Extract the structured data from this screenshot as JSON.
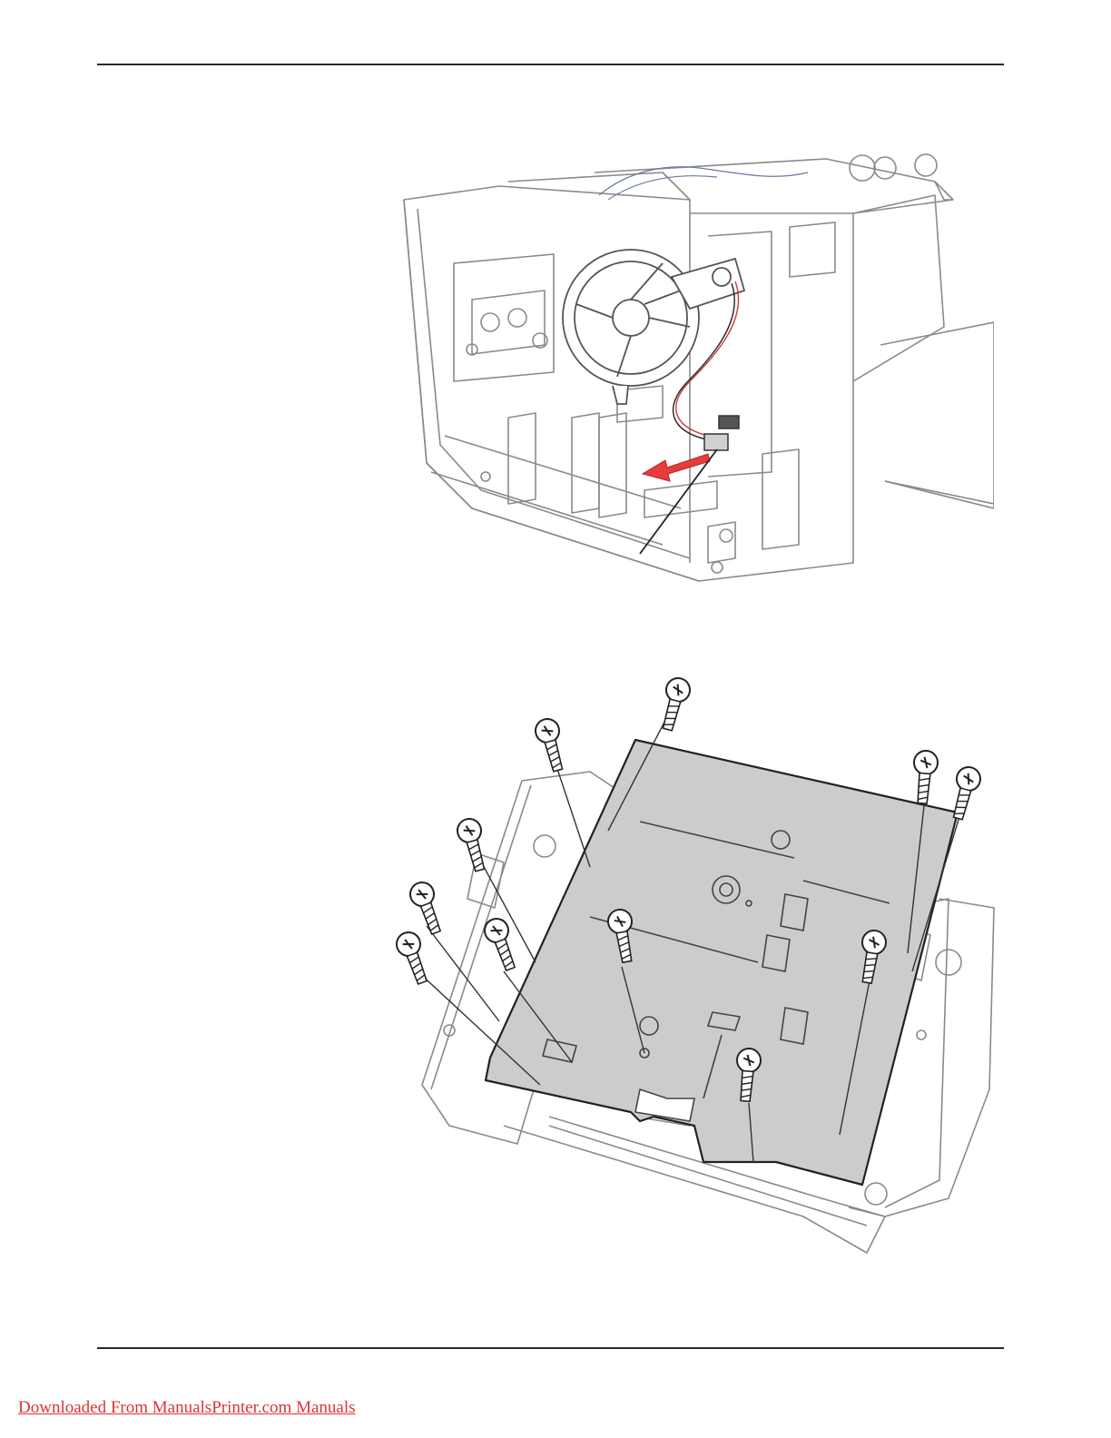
{
  "footer": {
    "download_link": "Downloaded From ManualsPrinter.com Manuals"
  },
  "colors": {
    "rule": "#2a2a2a",
    "line_art": "#8a8a8a",
    "arrow": "#e63c3c",
    "panel_fill": "#cccccc",
    "link": "#e03232"
  },
  "figures": [
    {
      "name": "fan-connector-illustration",
      "icon": "fan-icon"
    },
    {
      "name": "control-board-screws-illustration",
      "icon": "screw-icon"
    }
  ]
}
